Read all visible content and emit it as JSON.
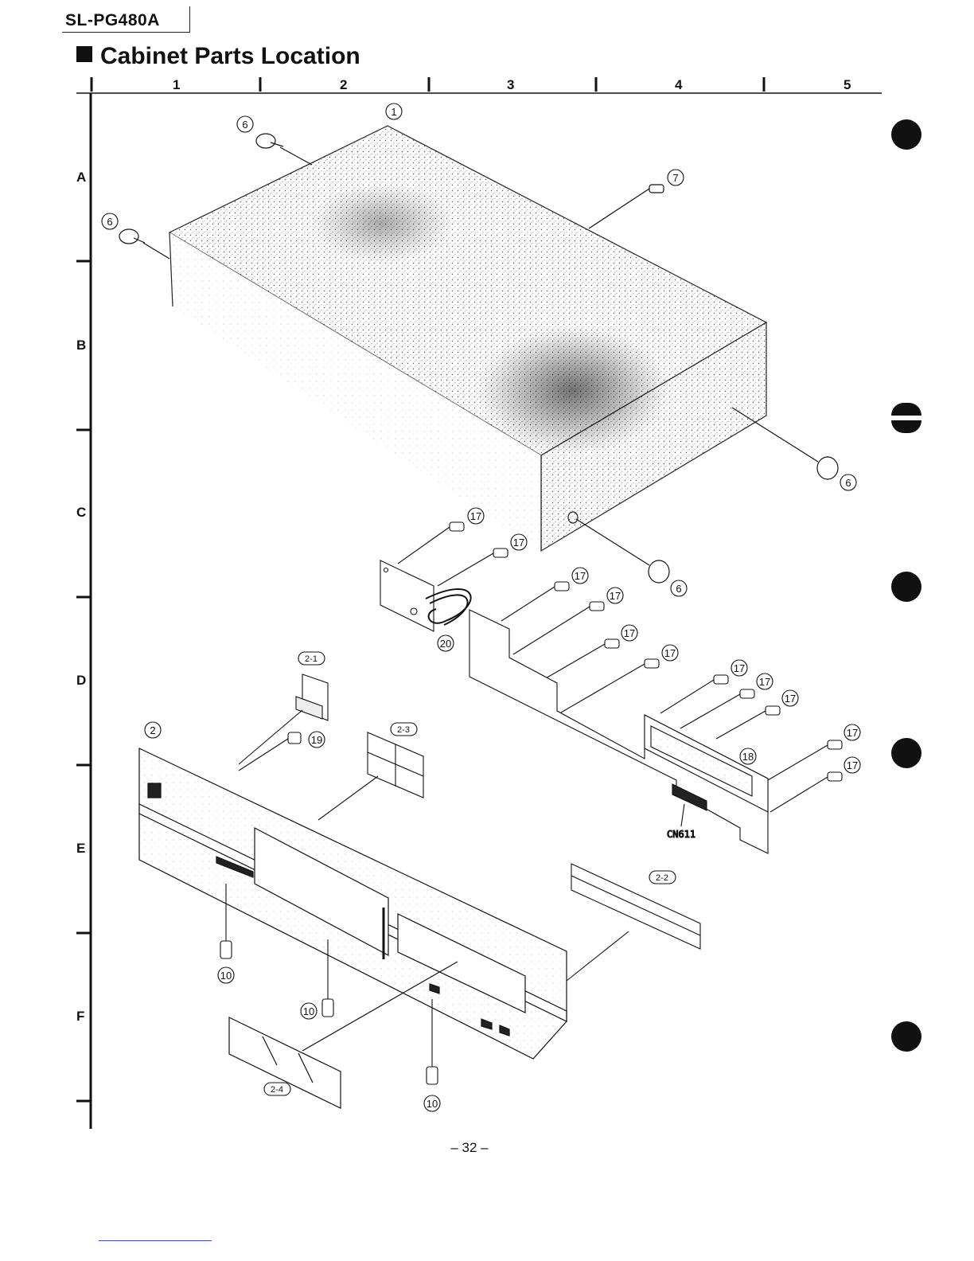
{
  "header": {
    "model": "SL-PG480A",
    "section_title": "Cabinet Parts Location"
  },
  "grid": {
    "columns": [
      "1",
      "2",
      "3",
      "4",
      "5"
    ],
    "rows": [
      "A",
      "B",
      "C",
      "D",
      "E",
      "F"
    ]
  },
  "callouts": {
    "c1": "1",
    "c6a": "6",
    "c6b": "6",
    "c6c": "6",
    "c6d": "6",
    "c7": "7",
    "c17a": "17",
    "c17b": "17",
    "c17c": "17",
    "c17d": "17",
    "c17e": "17",
    "c17f": "17",
    "c17g": "17",
    "c17h": "17",
    "c17i": "17",
    "c17j": "17",
    "c17k": "17",
    "c18": "18",
    "c19": "19",
    "c20": "20",
    "c2": "2",
    "c10a": "10",
    "c10b": "10",
    "c10c": "10",
    "r21": "2-1",
    "r22": "2-2",
    "r23": "2-3",
    "r24": "2-4"
  },
  "connector_label": "CN611",
  "footer": {
    "page_number": "– 32 –"
  },
  "colors": {
    "ink": "#111111",
    "accent_line": "#3b4bb5"
  }
}
